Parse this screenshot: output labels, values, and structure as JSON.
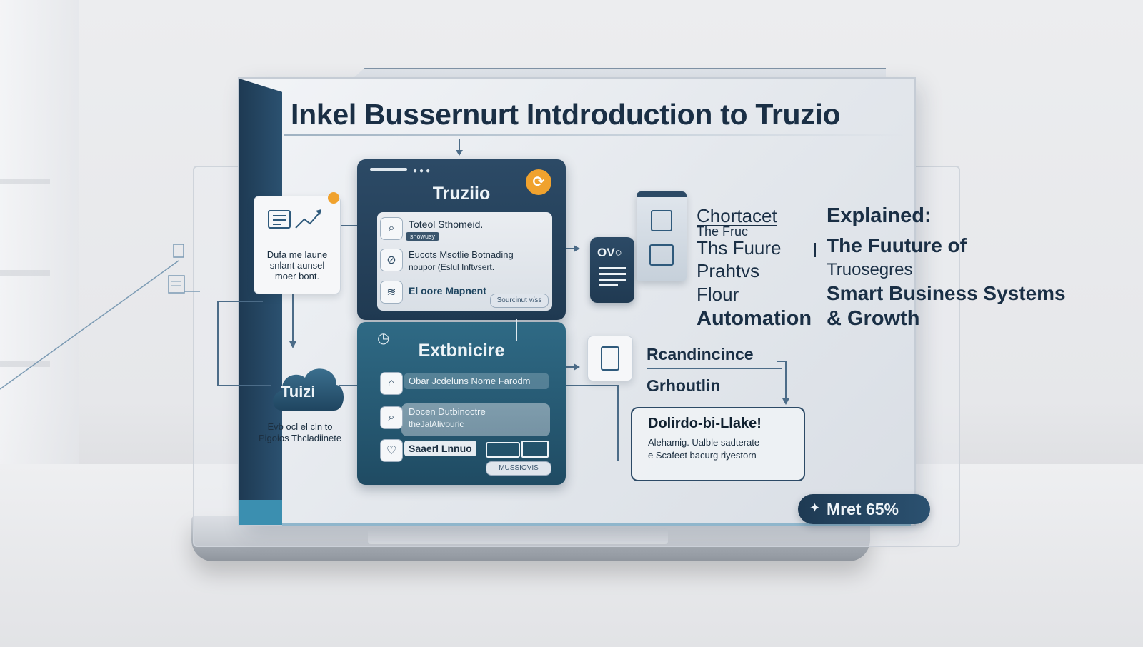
{
  "title": "Inkel Bussernurt Intdroduction to Truzio",
  "center_card": {
    "title": "Truziio",
    "rows": [
      {
        "icon": "search-icon",
        "text": "Toteol Sthomeid.",
        "sub": "snowusy"
      },
      {
        "icon": "block-icon",
        "text": "Eucots Msotlie Botnading",
        "sub": "noupor (Eslul Inftvsert."
      },
      {
        "icon": "layers-icon",
        "text": "El oore Mapnent",
        "sub": ""
      }
    ],
    "pill": "Sourcinut v/ss"
  },
  "lower_card": {
    "title": "Extbnicire",
    "rows": [
      {
        "icon": "door-icon",
        "text": "Obar Jcdeluns Nome Farodm",
        "sub": ""
      },
      {
        "icon": "search-icon",
        "text": "Docen Dutbinoctre",
        "sub": "theJalAlivouric"
      },
      {
        "icon": "heart-icon",
        "text": "Saaerl Lnnuo",
        "sub": ""
      }
    ],
    "pill": "MUSSIOVIS"
  },
  "left_card": {
    "lines": [
      "Dufa me laune",
      "snlant aunsel",
      "moer bont."
    ]
  },
  "cloud": {
    "label": "Tuizi",
    "caption": [
      "Evb ocl el cln to",
      "Pigoios Thcladiinete"
    ]
  },
  "right_headings": {
    "col1": [
      "Chortacet",
      "The Fruc",
      "Ths Fuure",
      "Prahtvs",
      "Flour",
      "Automation"
    ],
    "col2": [
      "Explained:",
      "The Fuuture of",
      "Truosegres",
      "Smart Business Systems",
      "& Growth"
    ]
  },
  "right_items": {
    "a": "Rcandincince",
    "b": "Grhoutlin"
  },
  "note_card": {
    "title": "Dolirdo-bi-Llake!",
    "lines": [
      "Alehamig. Ualble sadterate",
      "e Scafeet bacurg riyestorn"
    ]
  },
  "badge": {
    "icon": "sparkle-icon",
    "label": "Mret 65%"
  },
  "colors": {
    "navy": "#203a52",
    "teal": "#2f6a85",
    "accent": "#f0a22e"
  }
}
